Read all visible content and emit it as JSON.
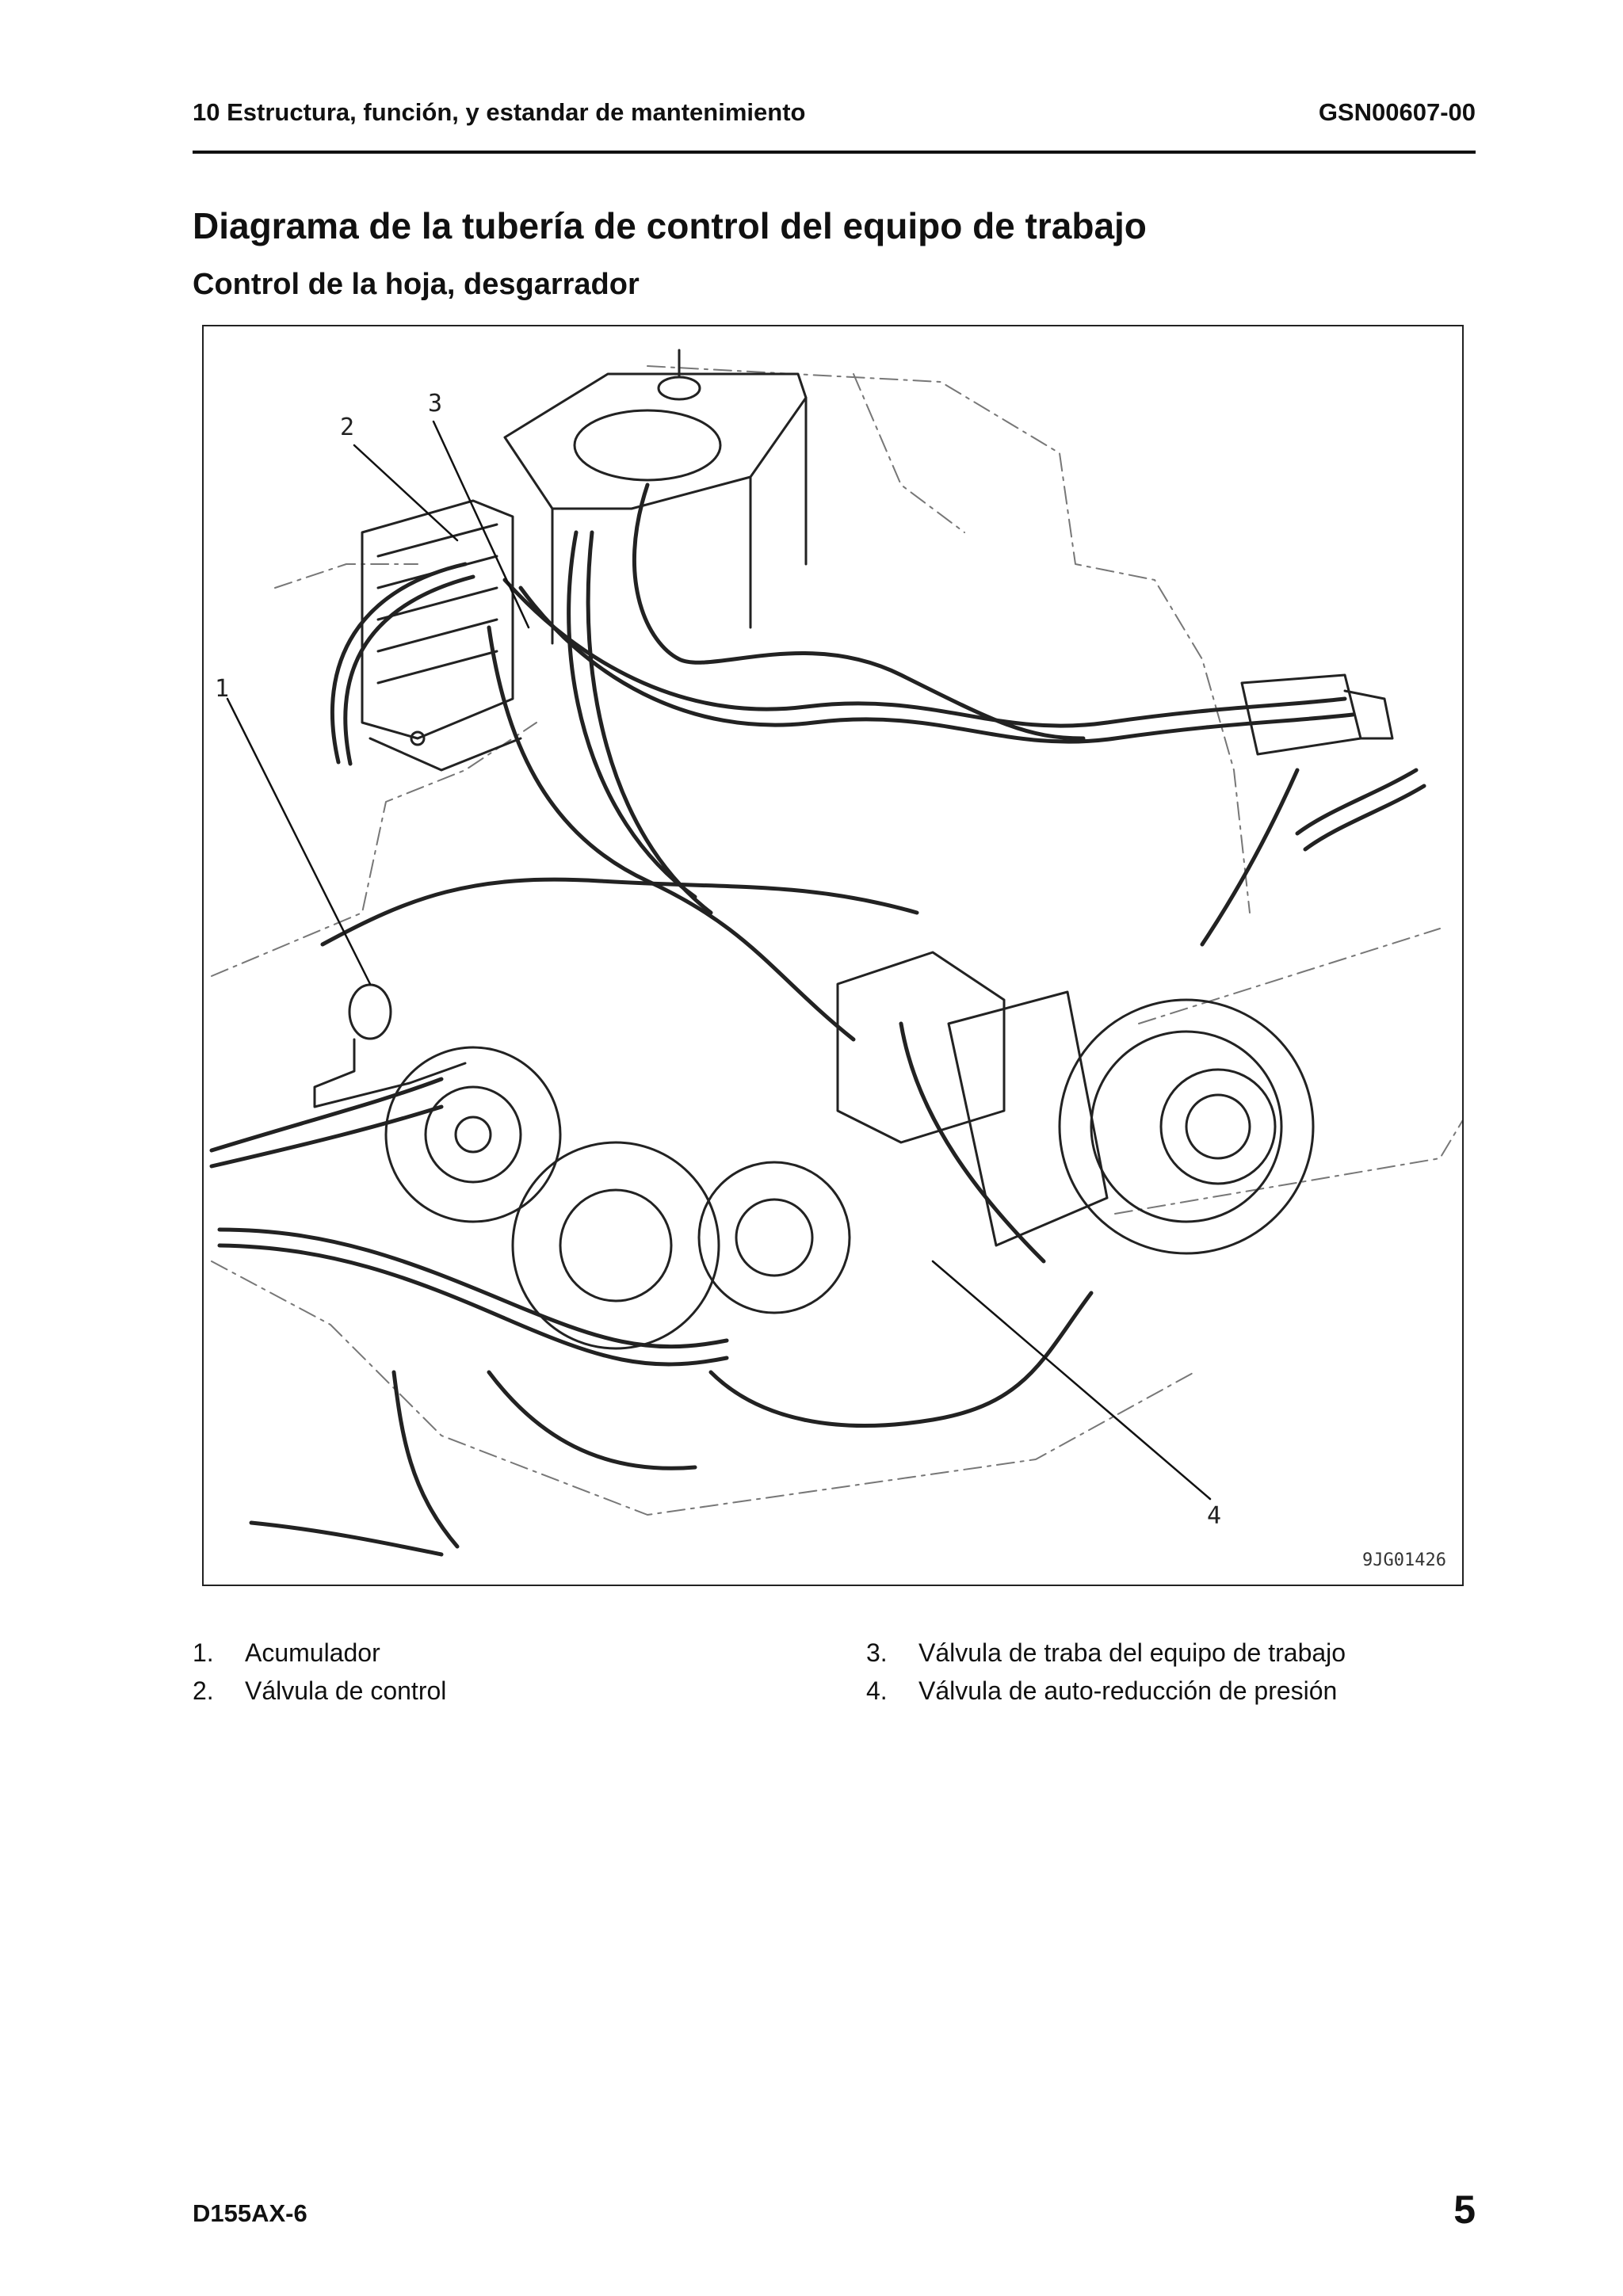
{
  "header": {
    "chapter": "10 Estructura, función, y estandar de mantenimiento",
    "doc_code": "GSN00607-00"
  },
  "title": "Diagrama de la tubería de control del equipo de trabajo",
  "subtitle": "Control de la hoja, desgarrador",
  "figure": {
    "code": "9JG01426",
    "callouts": [
      "1",
      "2",
      "3",
      "4"
    ]
  },
  "legend": [
    {
      "num": "1.",
      "label": "Acumulador"
    },
    {
      "num": "2.",
      "label": "Válvula de control"
    },
    {
      "num": "3.",
      "label": "Válvula de traba del equipo de trabajo"
    },
    {
      "num": "4.",
      "label": "Válvula de auto-reducción de presión"
    }
  ],
  "footer": {
    "model": "D155AX-6",
    "page": "5"
  }
}
